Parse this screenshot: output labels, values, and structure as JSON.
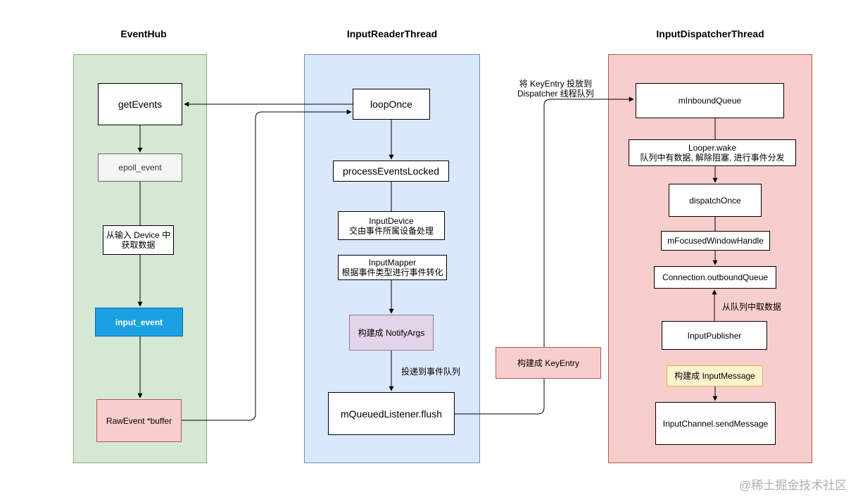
{
  "columns": {
    "eventhub": {
      "title": "EventHub"
    },
    "reader": {
      "title": "InputReaderThread"
    },
    "dispatcher": {
      "title": "InputDispatcherThread"
    }
  },
  "eventhub": {
    "get_events": "getEvents",
    "epoll_event": "epoll_event",
    "read_device": "从输入 Device 中\n获取数据",
    "input_event": "input_event",
    "raw_event": "RawEvent *buffer"
  },
  "reader": {
    "loop_once": "loopOnce",
    "process_events": "processEventsLocked",
    "input_device": "InputDevice\n交由事件所属设备处理",
    "input_mapper": "InputMapper\n根据事件类型进行事件转化",
    "notify_args": "构建成 NotifyArgs",
    "deliver_label": "投递到事件队列",
    "flush": "mQueuedListener.flush"
  },
  "bridge": {
    "key_entry": "构建成 KeyEntry",
    "put_label": "将 KeyEntry 投放到\nDispatcher 线程队列"
  },
  "dispatcher": {
    "inbound_queue": "mInboundQueue",
    "looper_wake": "Looper.wake\n队列中有数据, 解除阻塞, 进行事件分发",
    "dispatch_once": "dispatchOnce",
    "focused_window": "mFocusedWindowHandle",
    "outbound_queue": "Connection.outboundQueue",
    "take_label": "从队列中取数据",
    "publisher": "InputPublisher",
    "input_message": "构建成 InputMessage",
    "send_message": "InputChannel.sendMessage"
  },
  "watermark": "@稀土掘金技术社区",
  "colors": {
    "eventhub_lane": "#d5e8d4",
    "eventhub_border": "#82b366",
    "reader_lane": "#dae8fc",
    "reader_border": "#6c8ebf",
    "dispatcher_lane": "#f8cecc",
    "dispatcher_border": "#b85450",
    "input_event_fill": "#1ba1e2",
    "notify_args_fill": "#e1d5e7",
    "key_entry_fill": "#f8cecc",
    "input_message_fill": "#fff2cc"
  }
}
